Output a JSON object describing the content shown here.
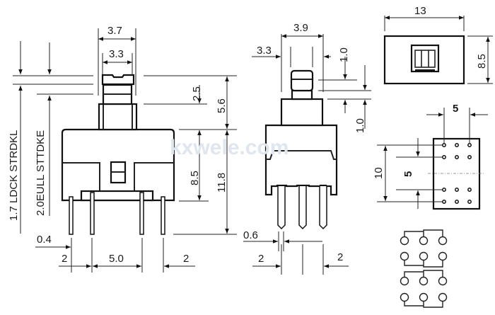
{
  "watermark": "kxwele.com",
  "side_view": {
    "side_label_1": "1.7 LDCK  STRDKL",
    "side_label_2": "2.0EULL  STTDKE",
    "cap_width": "3.7",
    "plunger_width": "3.3",
    "travel": "2.5",
    "plunger_height": "5.6",
    "body_height": "8.5",
    "total_height": "11.8",
    "pin_width": "0.4",
    "pin_pitch_left": "2",
    "pin_span": "5.0",
    "pin_pitch_right": "2"
  },
  "front_view": {
    "stem_width": "3.9",
    "plunger_width": "3.3",
    "cap_height": "1.0",
    "stem_height": "1.0",
    "pin_width": "0.6",
    "pitch_left": "2",
    "pitch_right": "2"
  },
  "top_view": {
    "width": "13",
    "height": "8.5"
  },
  "footprint": {
    "column_pitch": "5",
    "row_span": "10",
    "row_pitch": "5"
  }
}
